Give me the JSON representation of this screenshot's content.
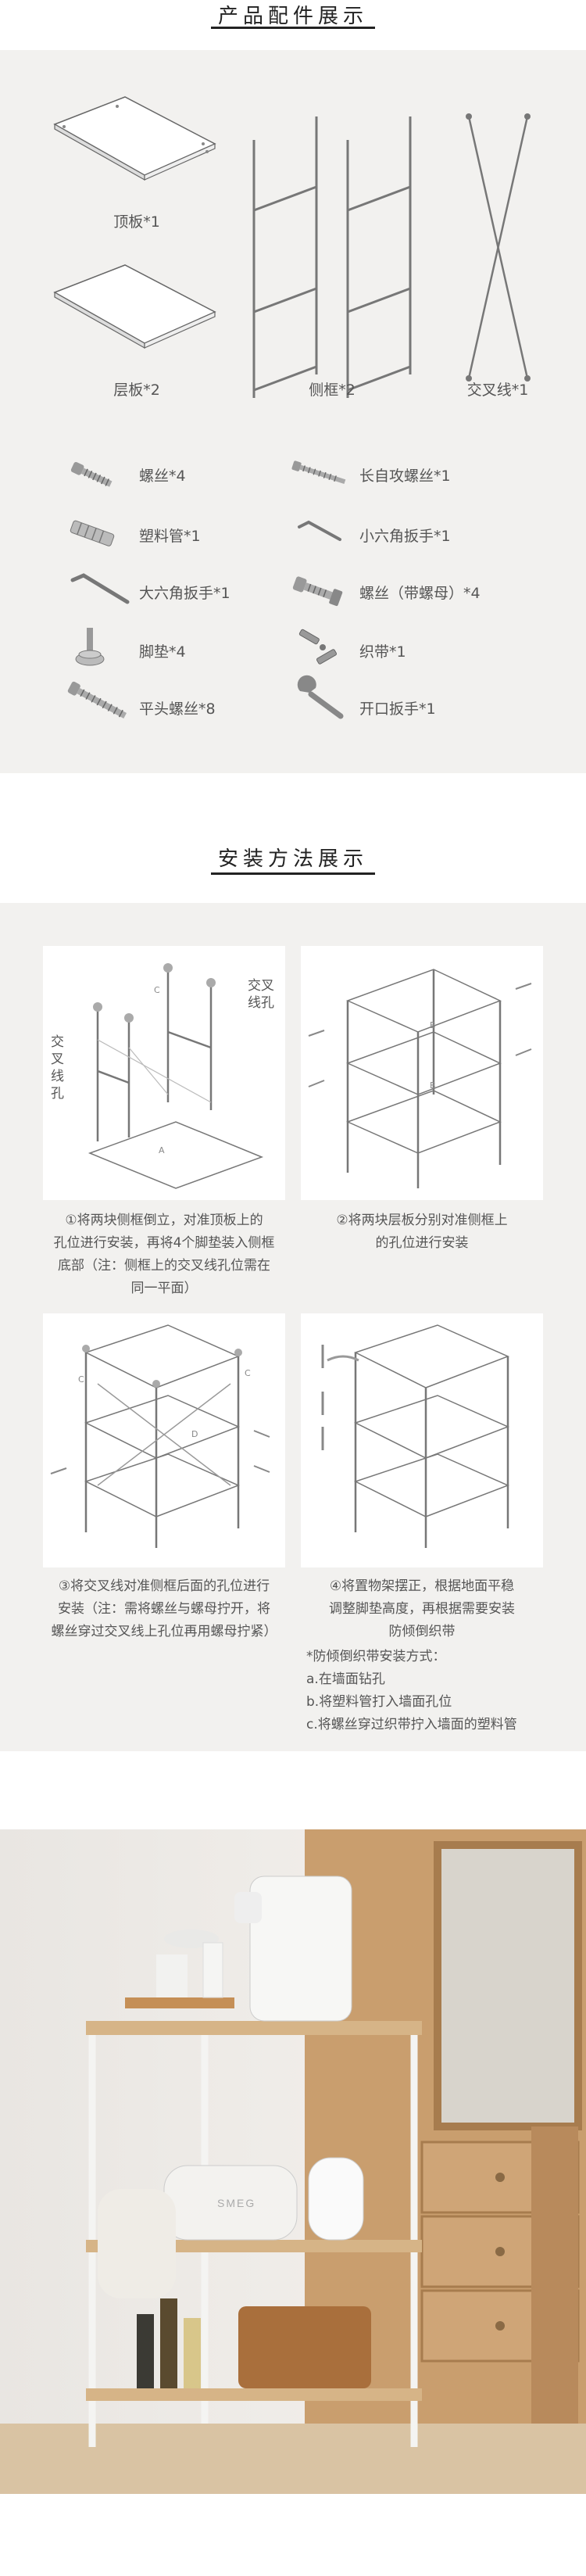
{
  "parts_section": {
    "title": "产品配件展示",
    "parts": [
      {
        "name": "top_board",
        "label": "顶板*1"
      },
      {
        "name": "shelf_board",
        "label": "层板*2"
      },
      {
        "name": "side_frame",
        "label": "侧框*2"
      },
      {
        "name": "cross_wire",
        "label": "交叉线*1"
      }
    ],
    "hardware": [
      {
        "label": "螺丝*4"
      },
      {
        "label": "长自攻螺丝*1"
      },
      {
        "label": "塑料管*1"
      },
      {
        "label": "小六角扳手*1"
      },
      {
        "label": "大六角扳手*1"
      },
      {
        "label": "螺丝（带螺母）*4"
      },
      {
        "label": "脚垫*4"
      },
      {
        "label": "织带*1"
      },
      {
        "label": "平头螺丝*8"
      },
      {
        "label": "开口扳手*1"
      }
    ]
  },
  "install_section": {
    "title": "安装方法展示",
    "diagram_labels": {
      "cross_hole_left": "交叉线孔",
      "cross_hole_right": "交叉线孔",
      "letter_a": "A",
      "letter_b": "B",
      "letter_c": "C",
      "letter_d": "D"
    },
    "steps": [
      {
        "lines": [
          "①将两块侧框倒立，对准顶板上的",
          "孔位进行安装，再将4个脚垫装入侧框",
          "底部（注：侧框上的交叉线孔位需在",
          "同一平面）"
        ]
      },
      {
        "lines": [
          "②将两块层板分别对准侧框上",
          "的孔位进行安装"
        ]
      },
      {
        "lines": [
          "③将交叉线对准侧框后面的孔位进行",
          "安装（注：需将螺丝与螺母拧开，将",
          "螺丝穿过交叉线上孔位再用螺母拧紧）"
        ]
      },
      {
        "lines": [
          "④将置物架摆正，根据地面平稳",
          "调整脚垫高度，再根据需要安装",
          "防倾倒织带"
        ]
      }
    ],
    "anti_tip_note": {
      "heading": "*防倾倒织带安装方式：",
      "items": [
        "a.在墙面钻孔",
        "b.将塑料管打入墙面孔位",
        "c.将螺丝穿过织带拧入墙面的塑料管"
      ]
    }
  },
  "photo": {
    "brand_text": "SMEG"
  }
}
